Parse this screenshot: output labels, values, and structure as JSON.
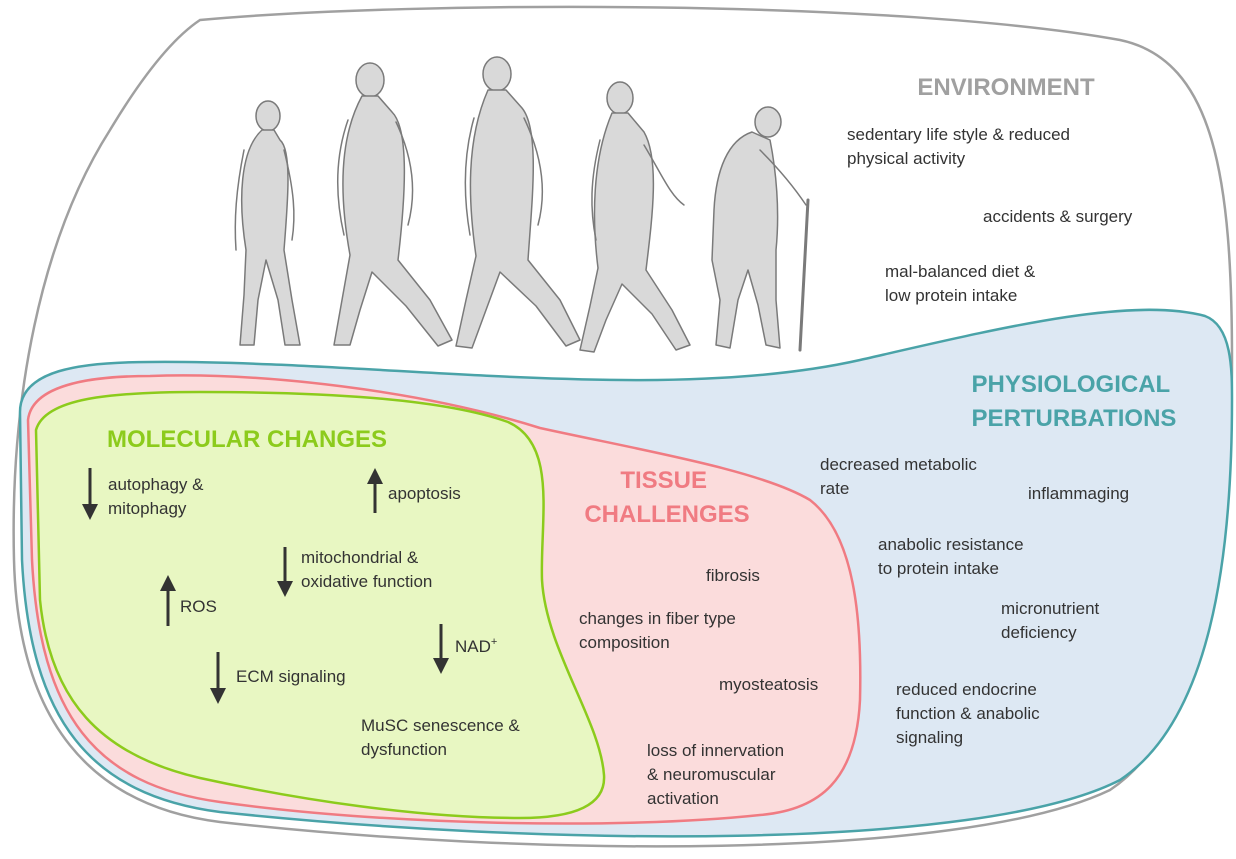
{
  "colors": {
    "environment_outline": "#a0a0a0",
    "environment_heading": "#a0a0a0",
    "physiological_fill": "#dde8f3",
    "physiological_outline": "#4aa3a8",
    "physiological_heading": "#4aa3a8",
    "tissue_fill": "#fbdcdc",
    "tissue_outline": "#f07b82",
    "tissue_heading": "#f07b82",
    "molecular_fill": "#e8f7c2",
    "molecular_outline": "#8ccb1c",
    "molecular_heading": "#8ccb1c",
    "arrow": "#333333",
    "text": "#333333"
  },
  "illustration": {
    "name": "human-aging-march-figures",
    "figures": 5
  },
  "environment": {
    "heading": "ENVIRONMENT",
    "items": [
      {
        "lines": [
          "sedentary life style & reduced",
          "physical activity"
        ]
      },
      {
        "lines": [
          "accidents & surgery"
        ]
      },
      {
        "lines": [
          "mal-balanced diet &",
          "low protein intake"
        ]
      }
    ]
  },
  "physiological": {
    "heading_lines": [
      "PHYSIOLOGICAL",
      "PERTURBATIONS"
    ],
    "items": [
      {
        "lines": [
          "decreased metabolic",
          "rate"
        ]
      },
      {
        "lines": [
          "inflammaging"
        ]
      },
      {
        "lines": [
          "anabolic resistance",
          "to protein intake"
        ]
      },
      {
        "lines": [
          "micronutrient",
          "deficiency"
        ]
      },
      {
        "lines": [
          "reduced endocrine",
          "function & anabolic",
          "signaling"
        ]
      }
    ]
  },
  "tissue": {
    "heading_lines": [
      "TISSUE",
      "CHALLENGES"
    ],
    "items": [
      {
        "lines": [
          "fibrosis"
        ]
      },
      {
        "lines": [
          "changes in fiber type",
          "composition"
        ]
      },
      {
        "lines": [
          "myosteatosis"
        ]
      },
      {
        "lines": [
          "loss of innervation",
          "& neuromuscular",
          "activation"
        ]
      }
    ]
  },
  "molecular": {
    "heading": "MOLECULAR CHANGES",
    "items": [
      {
        "direction": "down",
        "lines": [
          "autophagy &",
          "mitophagy"
        ]
      },
      {
        "direction": "up",
        "lines": [
          "apoptosis"
        ]
      },
      {
        "direction": "down",
        "lines": [
          "mitochondrial &",
          "oxidative function"
        ]
      },
      {
        "direction": "up",
        "lines": [
          "ROS"
        ]
      },
      {
        "direction": "down",
        "lines": [
          "NAD"
        ],
        "superscript": "+"
      },
      {
        "direction": "down",
        "lines": [
          "ECM signaling"
        ]
      },
      {
        "direction": "none",
        "lines": [
          "MuSC senescence &",
          "dysfunction"
        ]
      }
    ]
  }
}
